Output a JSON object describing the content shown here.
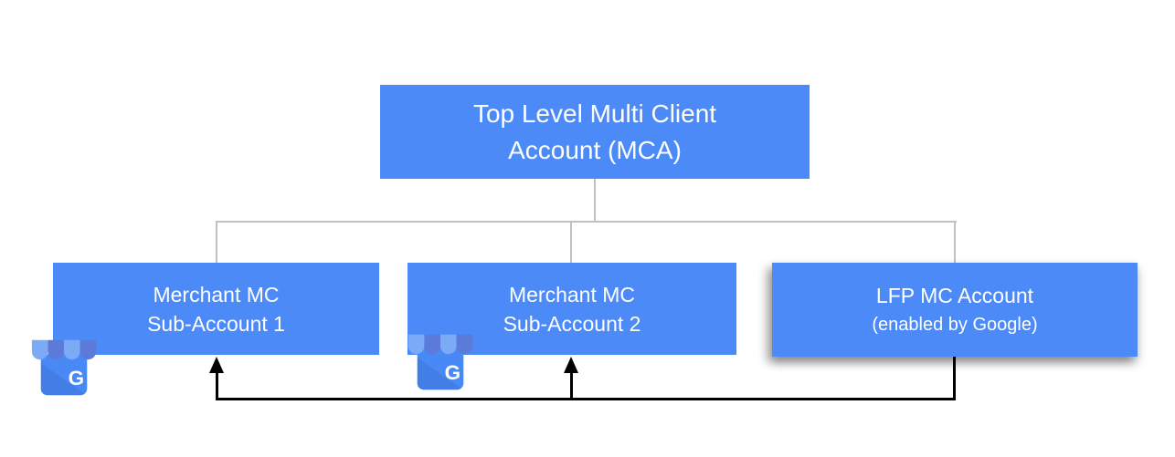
{
  "diagram": {
    "root": {
      "line1": "Top Level Multi Client",
      "line2": "Account (MCA)"
    },
    "children": [
      {
        "line1": "Merchant MC",
        "line2": "Sub-Account 1",
        "icon": "google-my-business-icon"
      },
      {
        "line1": "Merchant MC",
        "line2": "Sub-Account 2",
        "icon": "google-my-business-icon"
      },
      {
        "line1": "LFP MC Account",
        "line2": "(enabled by Google)",
        "icon": null
      }
    ],
    "icon_letter": "G",
    "colors": {
      "node_fill": "#4C8AF7",
      "node_text": "#FFFFFF",
      "hierarchy_line": "#C0C0C0",
      "feed_line": "#000000",
      "icon_body": "#4989F5",
      "icon_awning_light": "#7BAAF7",
      "icon_awning_dark": "#5C7BD9",
      "icon_fold": "#3E74D9"
    }
  }
}
